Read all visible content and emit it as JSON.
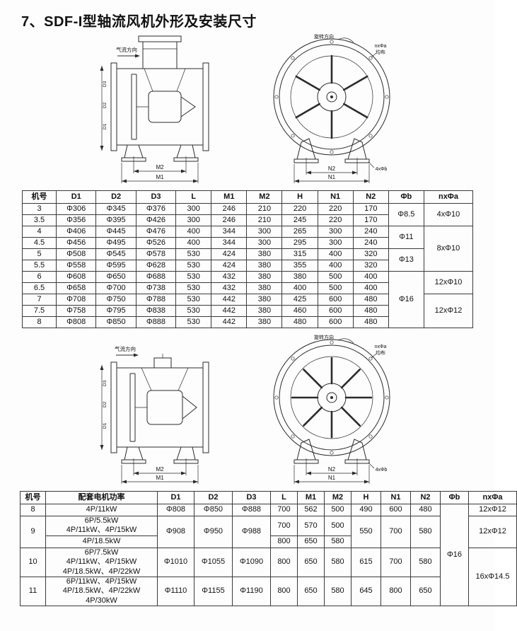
{
  "page": {
    "title": "7、SDF-I型轴流风机外形及安装尺寸"
  },
  "drawing_top": {
    "airflow": "气流方向",
    "rotation": "旋转方向",
    "bolt_circle_label": "nxΦa",
    "bolt_circle_label2": "均布",
    "foot_bolt_label": "4xΦb",
    "dim_m2": "M2",
    "dim_m1": "M1",
    "dim_n2": "N2",
    "dim_n1": "N1",
    "d_labels": [
      "D3",
      "D2",
      "D1"
    ]
  },
  "drawing_bottom": {
    "airflow": "气流方向",
    "rotation": "旋转方向",
    "bolt_circle_label": "nxΦa",
    "bolt_circle_label2": "均布",
    "foot_bolt_label": "4xΦb",
    "dim_m2": "M2",
    "dim_m1": "M1",
    "dim_n2": "N2",
    "dim_n1": "N1",
    "d_labels": [
      "D3",
      "D2",
      "D1"
    ]
  },
  "table1": {
    "headers": [
      "机号",
      "D1",
      "D2",
      "D3",
      "L",
      "M1",
      "M2",
      "H",
      "N1",
      "N2",
      "Φb",
      "nxΦa"
    ],
    "rows": [
      [
        "3",
        "Φ306",
        "Φ345",
        "Φ376",
        "300",
        "246",
        "210",
        "220",
        "220",
        "170",
        {
          "v": "Φ8.5",
          "rs": 2
        },
        {
          "v": "4xΦ10",
          "rs": 2
        }
      ],
      [
        "3.5",
        "Φ356",
        "Φ395",
        "Φ426",
        "300",
        "246",
        "210",
        "245",
        "220",
        "170"
      ],
      [
        "4",
        "Φ406",
        "Φ445",
        "Φ476",
        "400",
        "344",
        "300",
        "265",
        "300",
        "240",
        {
          "v": "Φ11",
          "rs": 2
        },
        {
          "v": "8xΦ10",
          "rs": 4
        }
      ],
      [
        "4.5",
        "Φ456",
        "Φ495",
        "Φ526",
        "400",
        "344",
        "300",
        "295",
        "300",
        "240"
      ],
      [
        "5",
        "Φ508",
        "Φ545",
        "Φ578",
        "530",
        "424",
        "380",
        "315",
        "400",
        "320",
        {
          "v": "Φ13",
          "rs": 2
        }
      ],
      [
        "5.5",
        "Φ558",
        "Φ595",
        "Φ628",
        "530",
        "424",
        "380",
        "355",
        "400",
        "320"
      ],
      [
        "6",
        "Φ608",
        "Φ650",
        "Φ688",
        "530",
        "432",
        "380",
        "380",
        "500",
        "400",
        {
          "v": "Φ16",
          "rs": 5
        },
        {
          "v": "12xΦ10",
          "rs": 2
        }
      ],
      [
        "6.5",
        "Φ658",
        "Φ700",
        "Φ738",
        "530",
        "432",
        "380",
        "400",
        "500",
        "400"
      ],
      [
        "7",
        "Φ708",
        "Φ750",
        "Φ788",
        "530",
        "442",
        "380",
        "425",
        "600",
        "480",
        {
          "v": "12xΦ12",
          "rs": 3
        }
      ],
      [
        "7.5",
        "Φ758",
        "Φ795",
        "Φ838",
        "530",
        "442",
        "380",
        "460",
        "600",
        "480"
      ],
      [
        "8",
        "Φ808",
        "Φ850",
        "Φ888",
        "530",
        "442",
        "380",
        "480",
        "600",
        "480"
      ]
    ]
  },
  "table2": {
    "headers": [
      "机号",
      "配套电机功率",
      "D1",
      "D2",
      "D3",
      "L",
      "M1",
      "M2",
      "H",
      "N1",
      "N2",
      "Φb",
      "nxΦa"
    ],
    "rows": [
      [
        "8",
        "4P/11kW",
        "Φ808",
        "Φ850",
        "Φ888",
        "700",
        "562",
        "500",
        "490",
        "600",
        "480",
        {
          "v": "Φ16",
          "rs": 5
        },
        "12xΦ12"
      ],
      [
        {
          "v": "9",
          "rs": 2
        },
        {
          "lines": [
            "6P/5.5kW",
            "4P/11kW、4P/15kW"
          ]
        },
        {
          "v": "Φ908",
          "rs": 2
        },
        {
          "v": "Φ950",
          "rs": 2
        },
        {
          "v": "Φ988",
          "rs": 2
        },
        "700",
        "570",
        "500",
        {
          "v": "550",
          "rs": 2
        },
        {
          "v": "700",
          "rs": 2
        },
        {
          "v": "580",
          "rs": 2
        },
        {
          "v": "12xΦ12",
          "rs": 2
        }
      ],
      [
        "4P/18.5kW",
        "800",
        "650",
        "580"
      ],
      [
        "10",
        {
          "lines": [
            "6P/7.5kW",
            "4P/11kW、4P/15kW",
            "4P/18.5kW、4P/22kW"
          ]
        },
        "Φ1010",
        "Φ1055",
        "Φ1090",
        "800",
        "650",
        "580",
        "615",
        "700",
        "580",
        {
          "v": "16xΦ14.5",
          "rs": 2
        }
      ],
      [
        "11",
        {
          "lines": [
            "6P/11kW、4P/15kW",
            "4P/18.5kW、4P/22kW",
            "4P/30kW"
          ]
        },
        "Φ1110",
        "Φ1155",
        "Φ1190",
        "800",
        "650",
        "580",
        "645",
        "800",
        "650"
      ]
    ]
  }
}
